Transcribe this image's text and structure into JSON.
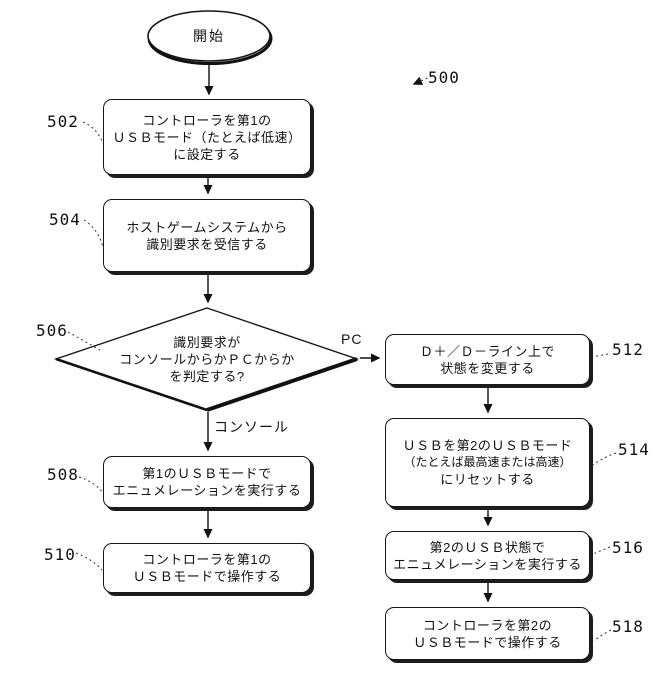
{
  "figure": {
    "ref_label": "500",
    "start": {
      "label": "開始"
    },
    "decision": {
      "ref": "506",
      "lines": [
        "識別要求が",
        "コンソールからかＰＣからか",
        "を判定する?"
      ],
      "branch_pc": "PC",
      "branch_console": "コンソール"
    },
    "boxes": {
      "b502": {
        "ref": "502",
        "lines": [
          "コントローラを第1の",
          "ＵＳＢモード（たとえば低速）",
          "に設定する"
        ]
      },
      "b504": {
        "ref": "504",
        "lines": [
          "ホストゲームシステムから",
          "識別要求を受信する"
        ]
      },
      "b508": {
        "ref": "508",
        "lines": [
          "第1のＵＳＢモードで",
          "エニュメレーションを実行する"
        ]
      },
      "b510": {
        "ref": "510",
        "lines": [
          "コントローラを第1の",
          "ＵＳＢモードで操作する"
        ]
      },
      "b512": {
        "ref": "512",
        "lines": [
          "Ｄ＋／Ｄ－ライン上で",
          "状態を変更する"
        ]
      },
      "b514": {
        "ref": "514",
        "lines": [
          "ＵＳＢを第2のＵＳＢモード",
          "（たとえば最高速または高速）",
          "にリセットする"
        ]
      },
      "b516": {
        "ref": "516",
        "lines": [
          "第2のＵＳＢ状態で",
          "エニュメレーションを実行する"
        ]
      },
      "b518": {
        "ref": "518",
        "lines": [
          "コントローラを第2の",
          "ＵＳＢモードで操作する"
        ]
      }
    },
    "colors": {
      "ink": "#111111",
      "paper": "#ffffff"
    }
  }
}
